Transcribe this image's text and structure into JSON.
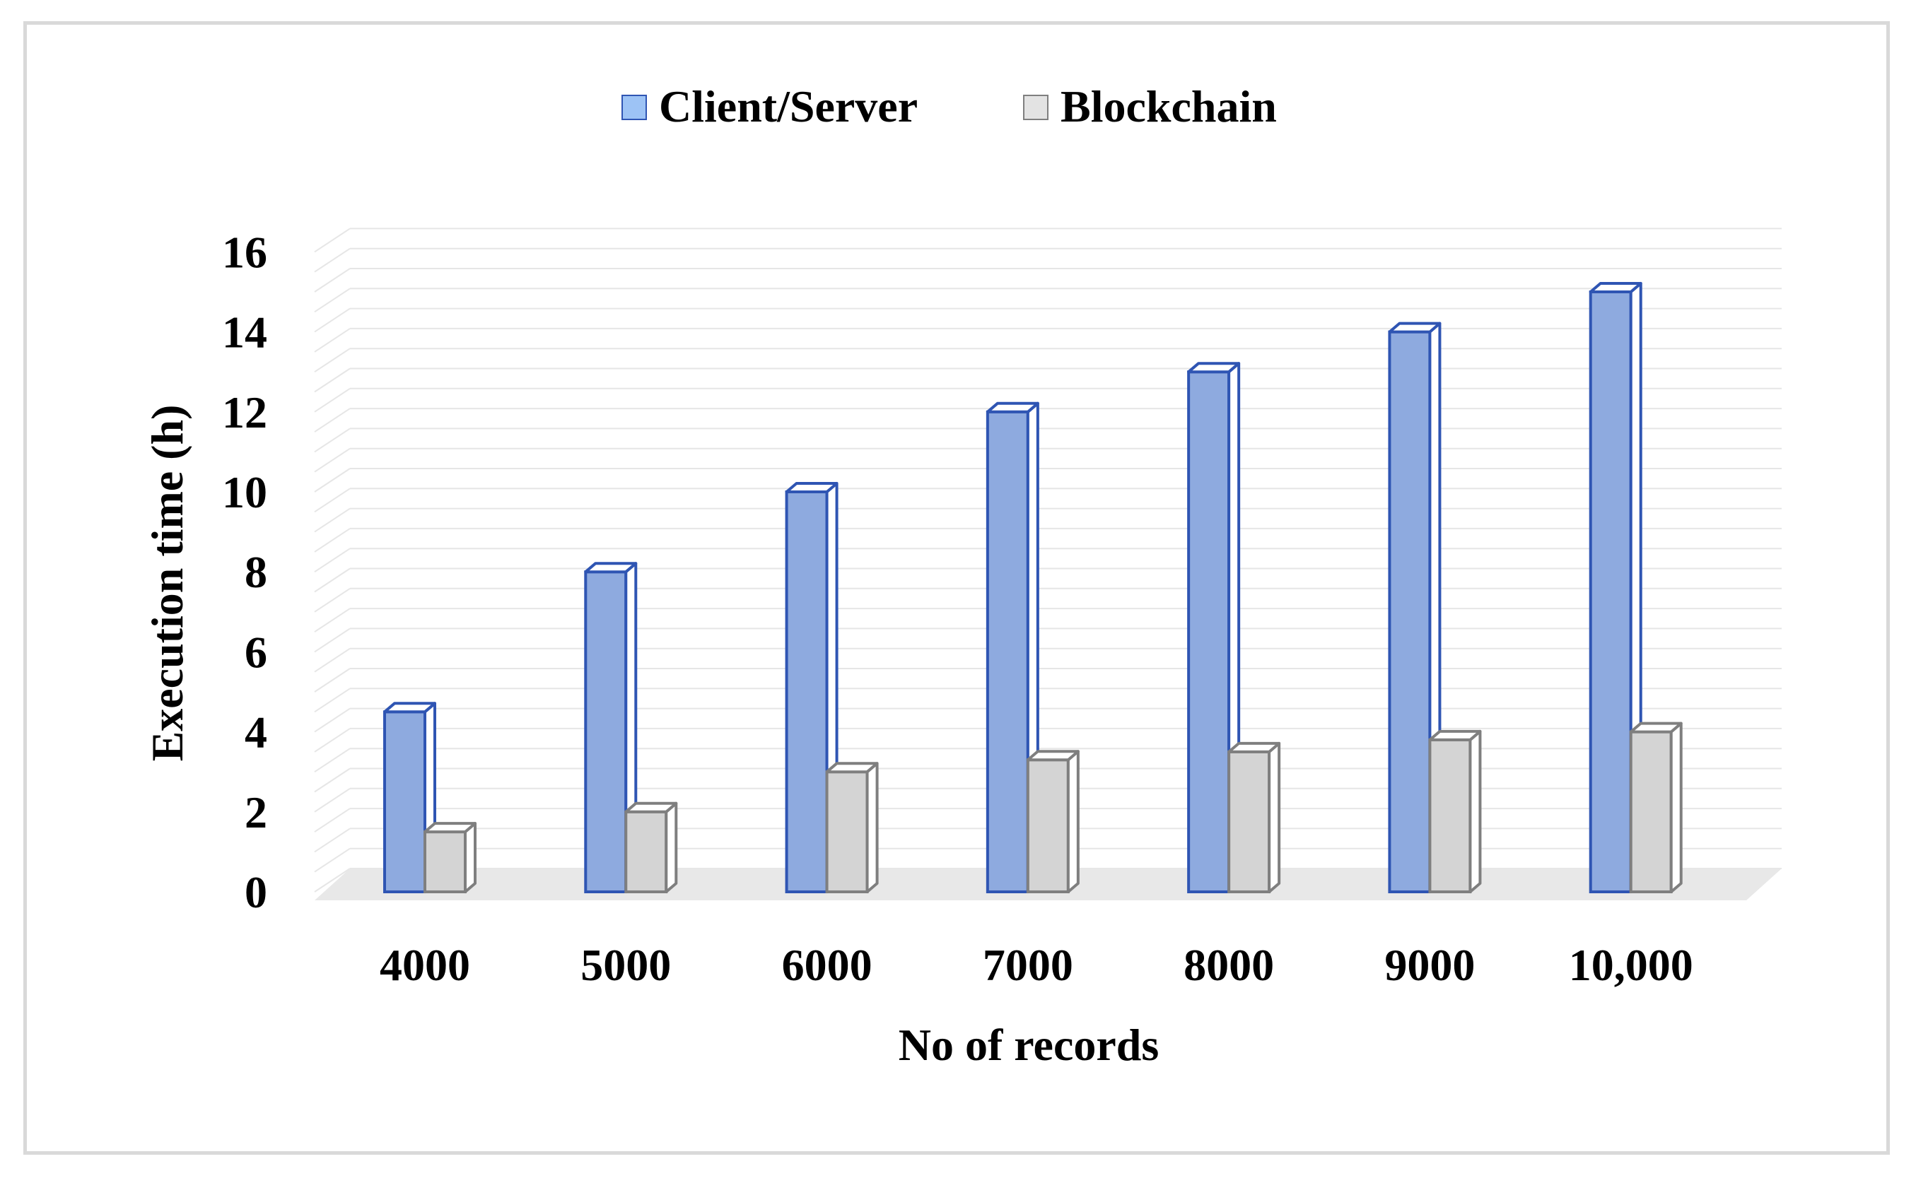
{
  "chart_data": {
    "type": "bar",
    "title": "",
    "xlabel": "No of records",
    "ylabel": "Execution time (h)",
    "categories": [
      "4000",
      "5000",
      "6000",
      "7000",
      "8000",
      "9000",
      "10,000"
    ],
    "series": [
      {
        "name": "Client/Server",
        "values": [
          4.5,
          8,
          10,
          12,
          13,
          14,
          15
        ]
      },
      {
        "name": "Blockchain",
        "values": [
          1.5,
          2,
          3,
          3.3,
          3.5,
          3.8,
          4
        ]
      }
    ],
    "ylim": [
      0,
      16
    ],
    "yticks": [
      "0",
      "2",
      "4",
      "6",
      "8",
      "10",
      "12",
      "14",
      "16"
    ],
    "grid": true,
    "legend_position": "top",
    "colors": {
      "Client/Server": {
        "front": "#8eaadf",
        "side": "#ffffff",
        "edge": "#2f55b3",
        "legend": "#9dc3f5"
      },
      "Blockchain": {
        "front": "#d4d4d4",
        "side": "#ffffff",
        "edge": "#7f7f7f",
        "legend": "#e3e3e3"
      },
      "grid": "#e6e6e6",
      "floor": "#e8e8e8",
      "border": "#d9d9d9"
    }
  }
}
